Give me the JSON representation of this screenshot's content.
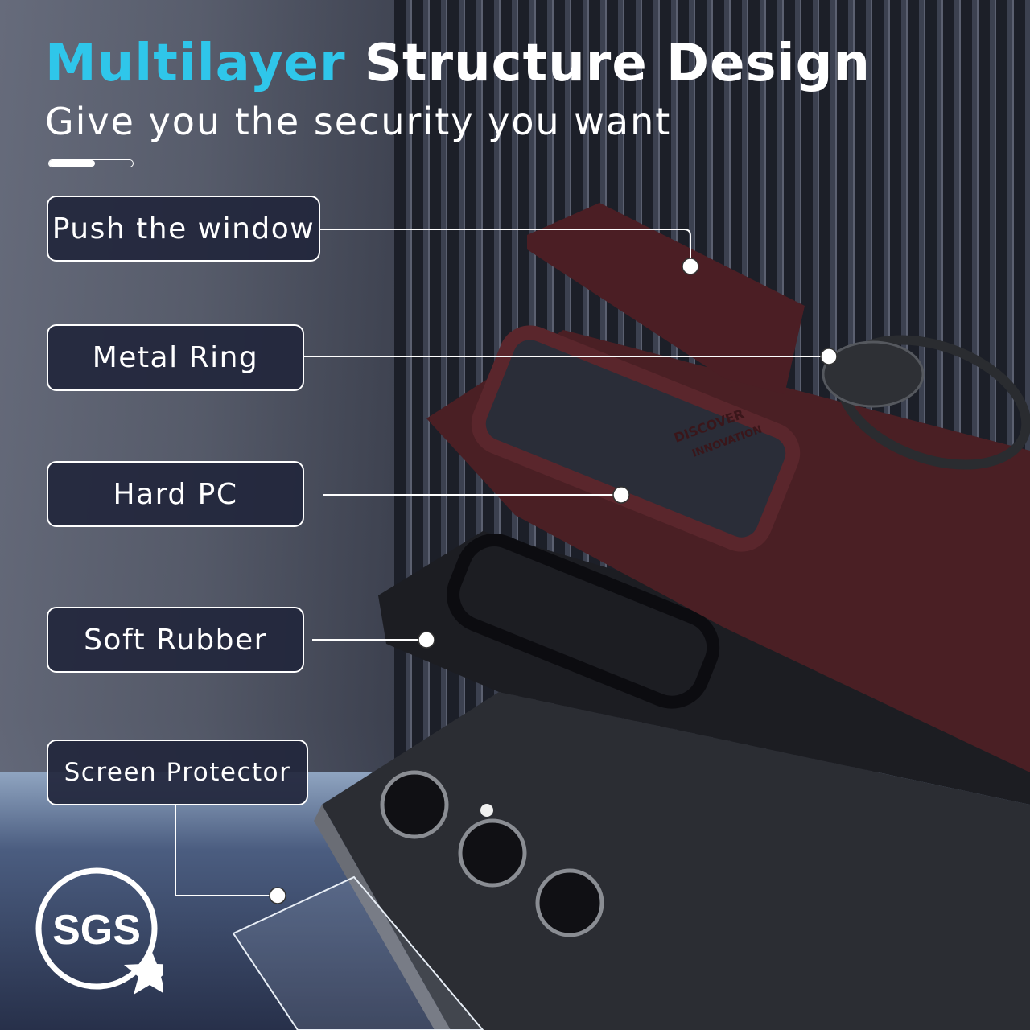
{
  "title": {
    "accent": "Multilayer",
    "rest": " Structure Design"
  },
  "subtitle": "Give you the security you want",
  "progress_fraction": 0.55,
  "labels": [
    {
      "text": "Push the window"
    },
    {
      "text": "Metal Ring"
    },
    {
      "text": "Hard PC"
    },
    {
      "text": "Soft Rubber"
    },
    {
      "text": "Screen Protector"
    }
  ],
  "case_emboss": [
    "DISCOVER",
    "INNOVATION"
  ],
  "badge": "SGS",
  "colors": {
    "accent": "#2fc6ea",
    "case": "#4a1f24",
    "label_bg": "#22263c"
  }
}
